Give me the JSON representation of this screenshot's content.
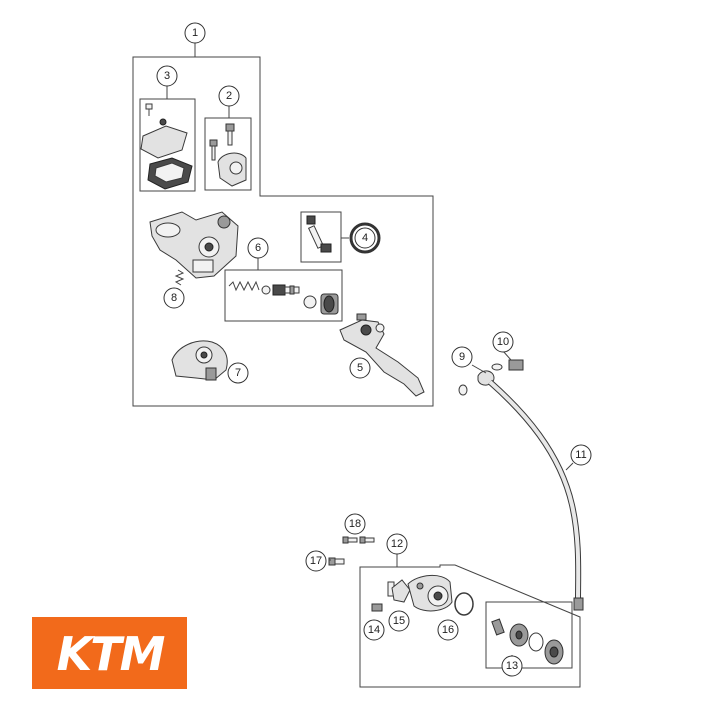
{
  "colors": {
    "highlight_ring": "#f26a1b",
    "logo_background": "#f26a1b",
    "logo_text": "#ffffff"
  },
  "callouts": {
    "c1": "1",
    "c2": "2",
    "c3": "3",
    "c4": "4",
    "c5": "5",
    "c6": "6",
    "c7": "7",
    "c8": "8",
    "c9": "9",
    "c10": "10",
    "c11": "11",
    "c12": "12",
    "c13": "13",
    "c14": "14",
    "c15": "15",
    "c16": "16",
    "c17": "17",
    "c18": "18"
  },
  "highlighted_callout": "4",
  "logo": {
    "text": "KTM"
  }
}
